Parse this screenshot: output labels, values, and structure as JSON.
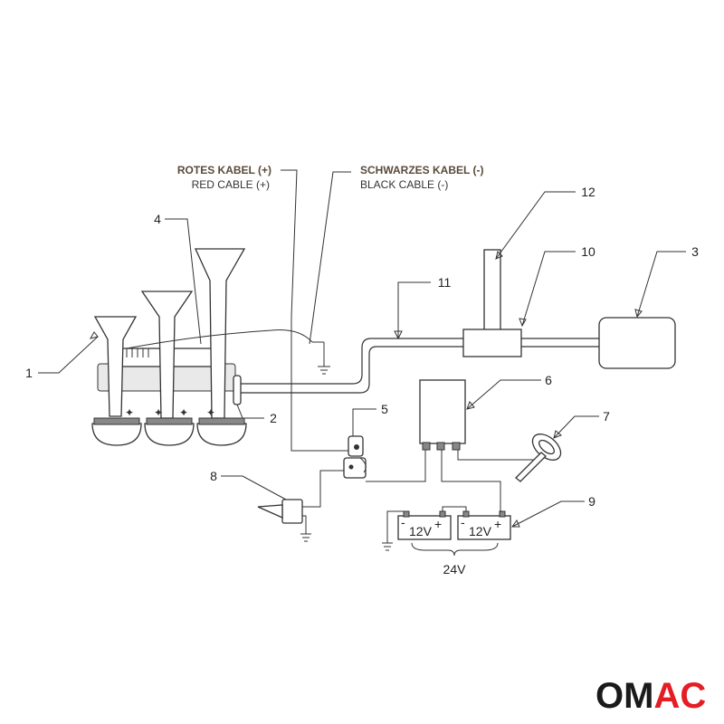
{
  "cable_labels": {
    "red_de": "ROTES KABEL (+)",
    "red_en": "RED CABLE (+)",
    "black_de": "SCHWARZES KABEL (-)",
    "black_en": "BLACK CABLE (-)"
  },
  "callouts": [
    "1",
    "2",
    "3",
    "4",
    "5",
    "6",
    "7",
    "8",
    "9",
    "10",
    "11",
    "12"
  ],
  "batteries": {
    "left": "12V",
    "right": "12V",
    "total": "24V",
    "plus": "+",
    "minus": "-"
  },
  "logo": {
    "text": "OMAC",
    "part1": "OM",
    "part2": "AC",
    "color_dark": "#1a1a1a",
    "color_accent": "#e31e24"
  }
}
